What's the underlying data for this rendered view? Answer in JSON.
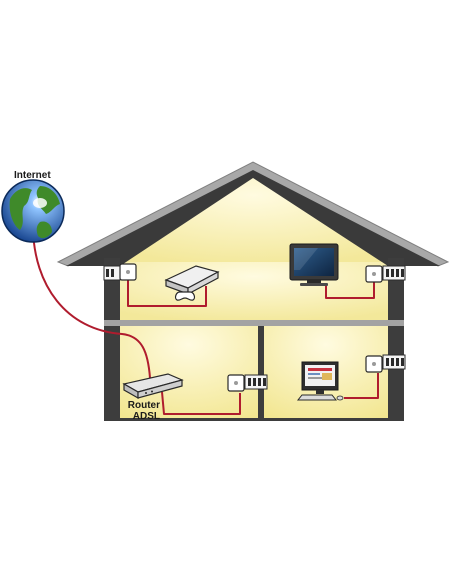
{
  "labels": {
    "internet": "Internet",
    "router_line1": "Router",
    "router_line2": "ADSL"
  },
  "colors": {
    "cable": "#b01c2e",
    "house_interior": "#fbf6c8",
    "house_wall": "#3d3d3d",
    "roof_gray": "#9a9a9a",
    "globe_ocean": "#1d5fb8",
    "globe_land": "#3f8a2a"
  },
  "icons": [
    "globe-icon",
    "router-icon",
    "game-console-icon",
    "tv-icon",
    "desktop-computer-icon",
    "powerline-adapter-icon",
    "wall-outlet-icon"
  ]
}
